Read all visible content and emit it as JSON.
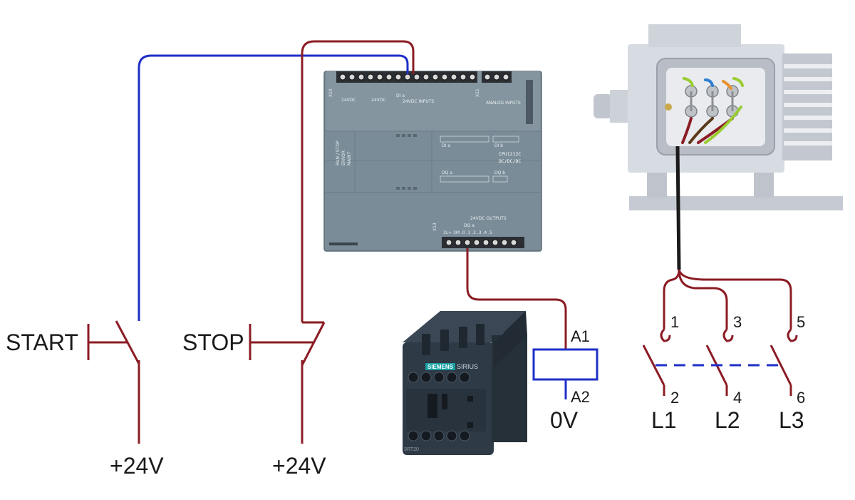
{
  "colors": {
    "wire_red": "#8b1c24",
    "wire_blue": "#1f2fc8",
    "plc_body": "#7a8c98",
    "contactor_body": "#2f3a47",
    "motor_body": "#d7dbe2",
    "coil_blue": "#1f2fc8"
  },
  "labels": {
    "start": "START",
    "stop": "STOP",
    "supply_start": "+24V",
    "supply_stop": "+24V",
    "coil_a1": "A1",
    "coil_a2": "A2",
    "zero_volt": "0V",
    "contact_1": "1",
    "contact_2": "2",
    "contact_3": "3",
    "contact_4": "4",
    "contact_5": "5",
    "contact_6": "6",
    "phase_l1": "L1",
    "phase_l2": "L2",
    "phase_l3": "L3"
  },
  "plc": {
    "model": "CPU1212C",
    "model_sub": "DC/DC/DC",
    "x10": "X10",
    "supply_24vdc": "24VDC",
    "supply_24vdc_2": "24VDC",
    "inputs_header": "24VDC INPUTS",
    "di_a": "DI a",
    "di_b": "DI b",
    "x11": "X11",
    "analog_inputs": "ANALOG INPUTS",
    "run_stop": "RUN / STOP",
    "error": "ERROR",
    "maint": "MAINT",
    "outputs_header": "24VDC OUTPUTS",
    "dq_a": "DQ a",
    "dq_b": "DQ b",
    "x13": "X13",
    "outputs_terminals": "3L+ 3M  .0  .1  .2  .3  .4  .5"
  },
  "contactor": {
    "brand": "SIEMENS",
    "series": "SIRIUS",
    "part": "3RT20"
  },
  "icons": {
    "plc": "plc-module-icon",
    "contactor": "contactor-icon",
    "motor": "electric-motor-icon"
  }
}
